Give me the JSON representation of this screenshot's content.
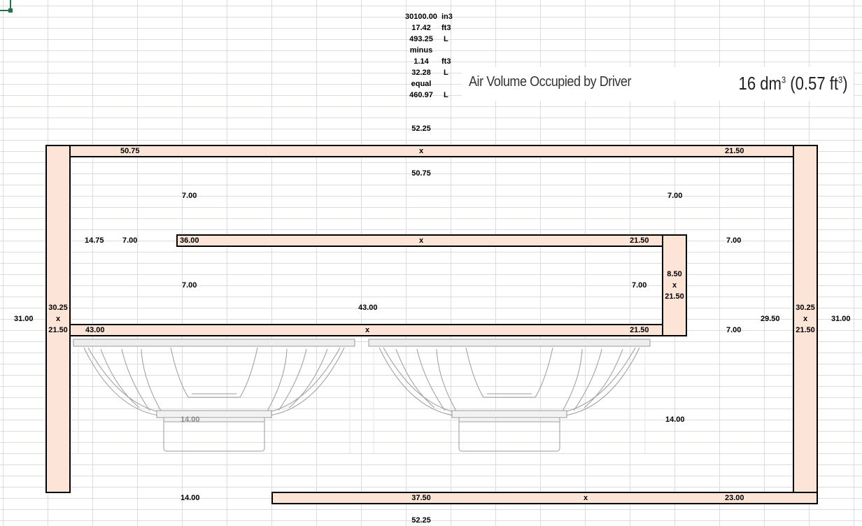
{
  "volume": {
    "in3": "30100.00",
    "in3_unit": "in3",
    "ft3": "17.42",
    "ft3_unit": "ft3",
    "liters": "493.25",
    "liters_unit": "L",
    "minus": "minus",
    "driver_ft3": "1.14",
    "driver_ft3_unit": "ft3",
    "driver_l": "32.28",
    "driver_l_unit": "L",
    "equal": "equal",
    "net_l": "460.97",
    "net_l_unit": "L"
  },
  "air_volume": {
    "label": "Air Volume Occupied by Driver",
    "dm": "16 dm",
    "dm_exp": "3",
    "ft_open": " (0.57 ft",
    "ft_exp": "3",
    "ft_close": ")"
  },
  "dims": {
    "top_width": "52.25",
    "top_panel_len": "50.75",
    "top_panel_x": "x",
    "top_panel_d": "21.50",
    "inner_top": "50.75",
    "gap_left_top": "7.00",
    "gap_right_top": "7.00",
    "left_14_75": "14.75",
    "left_7": "7.00",
    "shelf_len": "36.00",
    "shelf_x": "x",
    "shelf_d": "21.50",
    "right_7_a": "7.00",
    "mid_left_7": "7.00",
    "mid_right_7": "7.00",
    "vert_8_50": "8.50",
    "vert_x": "x",
    "vert_21_50": "21.50",
    "baffle_43_top": "43.00",
    "left_height": "31.00",
    "left_panel_h": "30.25",
    "left_panel_x": "x",
    "left_panel_d": "21.50",
    "baffle_len": "43.00",
    "baffle_x": "x",
    "baffle_d": "21.50",
    "right_7_b": "7.00",
    "right_29_50": "29.50",
    "right_panel_h": "30.25",
    "right_panel_x": "x",
    "right_panel_d": "21.50",
    "right_height": "31.00",
    "driver_14_left": "14.00",
    "driver_14_right": "14.00",
    "bottom_14": "14.00",
    "bottom_len": "37.50",
    "bottom_x": "x",
    "bottom_d": "23.00",
    "bottom_width": "52.25"
  }
}
